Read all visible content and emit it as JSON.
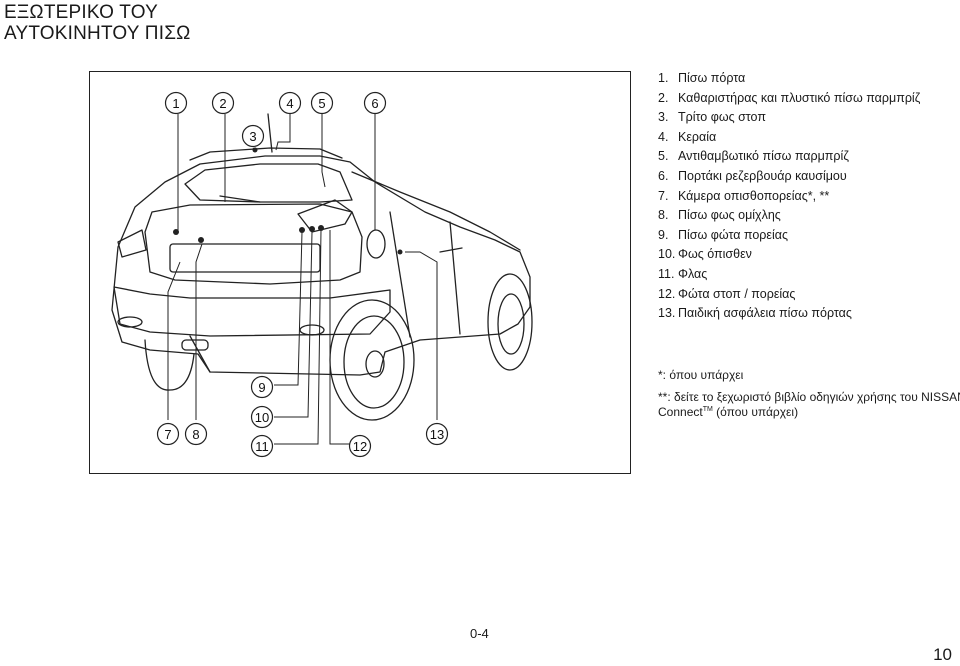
{
  "title": {
    "line1": "ΕΞΩΤΕΡΙΚΟ ΤΟΥ",
    "line2": "ΑΥΤΟΚΙΝΗΤΟΥ ΠΙΣΩ"
  },
  "callouts": [
    "1",
    "2",
    "3",
    "4",
    "5",
    "6",
    "7",
    "8",
    "9",
    "10",
    "11",
    "12",
    "13"
  ],
  "parts": [
    {
      "num": "1.",
      "label": "Πίσω πόρτα"
    },
    {
      "num": "2.",
      "label": "Καθαριστήρας και πλυστικό πίσω παρμπρίζ"
    },
    {
      "num": "3.",
      "label": "Τρίτο φως στοπ"
    },
    {
      "num": "4.",
      "label": "Κεραία"
    },
    {
      "num": "5.",
      "label": "Αντιθαμβωτικό πίσω παρμπρίζ"
    },
    {
      "num": "6.",
      "label": "Πορτάκι ρεζερβουάρ καυσίμου"
    },
    {
      "num": "7.",
      "label": "Κάμερα οπισθοπορείας*, **"
    },
    {
      "num": "8.",
      "label": "Πίσω φως ομίχλης"
    },
    {
      "num": "9.",
      "label": "Πίσω φώτα πορείας"
    },
    {
      "num": "10.",
      "label": "Φως όπισθεν"
    },
    {
      "num": "11.",
      "label": "Φλας"
    },
    {
      "num": "12.",
      "label": "Φώτα στοπ / πορείας"
    },
    {
      "num": "13.",
      "label": "Παιδική ασφάλεια πίσω πόρτας"
    }
  ],
  "notes": {
    "n1": "*: όπου υπάρχει",
    "n2_line1": "**: δείτε το ξεχωριστό βιβλίο οδηγιών χρήσης του NISSAN",
    "n2_prefix": "Connect",
    "n2_tm": "TM",
    "n2_suffix": " (όπου υπάρχει)"
  },
  "footer": {
    "page_code": "0-4",
    "page_number": "10"
  }
}
